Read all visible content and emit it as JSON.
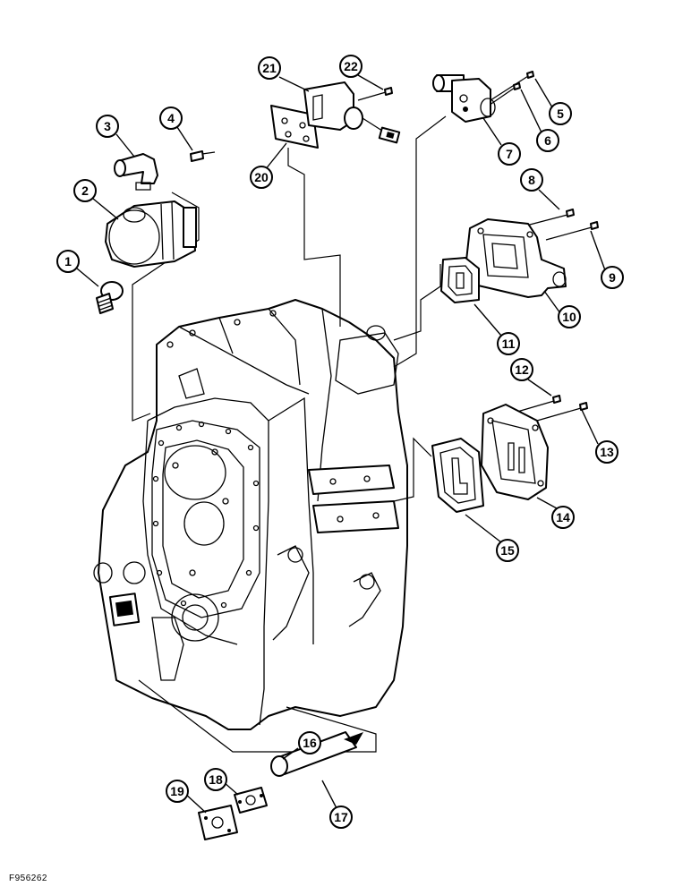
{
  "figure": {
    "reference": "F956262",
    "callouts": [
      {
        "id": "1",
        "label": "1"
      },
      {
        "id": "2",
        "label": "2"
      },
      {
        "id": "3",
        "label": "3"
      },
      {
        "id": "4",
        "label": "4"
      },
      {
        "id": "5",
        "label": "5"
      },
      {
        "id": "6",
        "label": "6"
      },
      {
        "id": "7",
        "label": "7"
      },
      {
        "id": "8",
        "label": "8"
      },
      {
        "id": "9",
        "label": "9"
      },
      {
        "id": "10",
        "label": "10"
      },
      {
        "id": "11",
        "label": "11"
      },
      {
        "id": "12",
        "label": "12"
      },
      {
        "id": "13",
        "label": "13"
      },
      {
        "id": "14",
        "label": "14"
      },
      {
        "id": "15",
        "label": "15"
      },
      {
        "id": "16",
        "label": "16"
      },
      {
        "id": "17",
        "label": "17"
      },
      {
        "id": "18",
        "label": "18"
      },
      {
        "id": "19",
        "label": "19"
      },
      {
        "id": "20",
        "label": "20"
      },
      {
        "id": "21",
        "label": "21"
      },
      {
        "id": "22",
        "label": "22"
      }
    ]
  }
}
